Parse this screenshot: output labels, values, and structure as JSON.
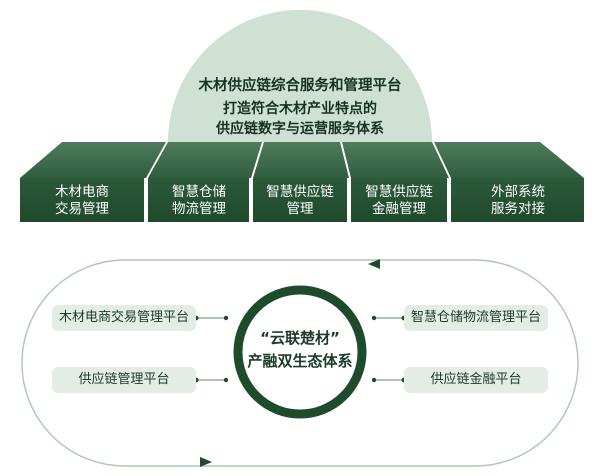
{
  "top_platform": {
    "title": "木材供应链综合服务和管理平台",
    "subtitle_line1": "打造符合木材产业特点的",
    "subtitle_line2": "供应链数字与运营服务体系"
  },
  "modules": [
    {
      "line1": "木材电商",
      "line2": "交易管理"
    },
    {
      "line1": "智慧仓储",
      "line2": "物流管理"
    },
    {
      "line1": "智慧供应链",
      "line2": "管理"
    },
    {
      "line1": "智慧供应链",
      "line2": "金融管理"
    },
    {
      "line1": "外部系统",
      "line2": "服务对接"
    }
  ],
  "ecosystem": {
    "center_line1": "“云联楚材”",
    "center_line2": "产融双生态体系",
    "left_platforms": [
      "木材电商交易管理平台",
      "供应链管理平台"
    ],
    "right_platforms": [
      "智慧仓储物流管理平台",
      "供应链金融平台"
    ]
  },
  "colors": {
    "dark_green": "#2b5a3a",
    "mid_green": "#3e6e4c",
    "light_green": "#cfe1d3",
    "pill_bg": "#e3ede6",
    "ring_green": "#1f4a2c"
  }
}
